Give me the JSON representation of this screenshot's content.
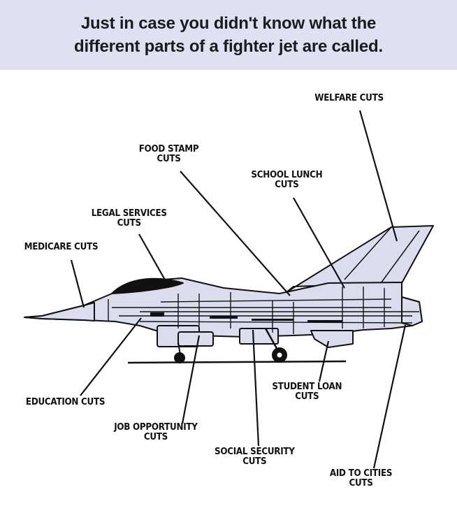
{
  "caption": {
    "line1": "Just in case you didn't know what the",
    "line2": "different parts of a fighter jet are called."
  },
  "colors": {
    "caption_background": "#dfe0f1",
    "jet_fill": "#dcdcef",
    "ink": "#111111"
  },
  "labels": {
    "welfare": "WELFARE CUTS",
    "food_stamp_1": "FOOD STAMP",
    "food_stamp_2": "CUTS",
    "school_lunch_1": "SCHOOL LUNCH",
    "school_lunch_2": "CUTS",
    "legal_services_1": "LEGAL SERVICES",
    "legal_services_2": "CUTS",
    "medicare": "MEDICARE CUTS",
    "education": "EDUCATION CUTS",
    "student_loan_1": "STUDENT LOAN",
    "student_loan_2": "CUTS",
    "job_opportunity_1": "JOB OPPORTUNITY",
    "job_opportunity_2": "CUTS",
    "social_security_1": "SOCIAL SECURITY",
    "social_security_2": "CUTS",
    "aid_to_cities_1": "AID TO CITIES",
    "aid_to_cities_2": "CUTS"
  }
}
